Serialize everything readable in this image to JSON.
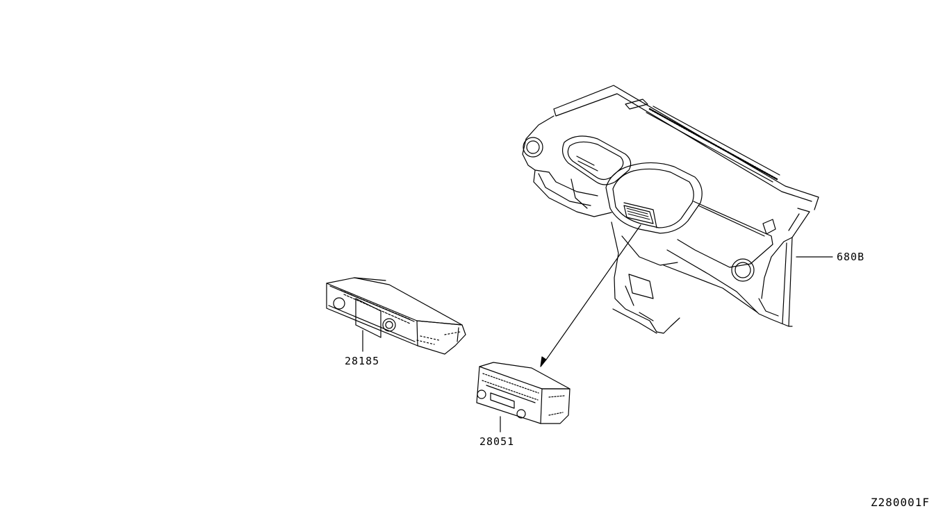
{
  "diagram": {
    "callouts": {
      "radio_unit_left": "28185",
      "radio_unit_right": "28051",
      "instrument_panel": "680B"
    },
    "figure_code": "Z280001F"
  }
}
